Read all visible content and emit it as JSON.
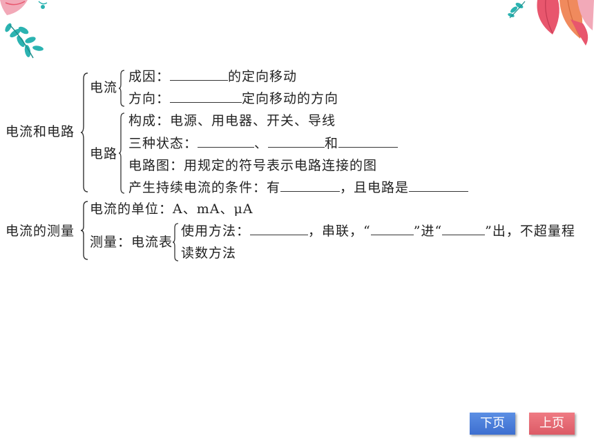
{
  "section1": {
    "label": "电流和电路",
    "current": {
      "label": "电流",
      "cause_prefix": "成因：",
      "cause_suffix": "的定向移动",
      "direction_prefix": "方向：",
      "direction_suffix": "定向移动的方向"
    },
    "circuit": {
      "label": "电路",
      "composition": "构成：电源、用电器、开关、导线",
      "states_prefix": "三种状态：",
      "states_sep1": "、",
      "states_sep2": "和",
      "diagram": "电路图：用规定的符号表示电路连接的图",
      "condition_prefix": "产生持续电流的条件：有",
      "condition_mid": "，且电路是"
    }
  },
  "section2": {
    "label": "电流的测量",
    "unit": "电流的单位：A、mA、μA",
    "measure_label": "测量：电流表",
    "usage_prefix": "使用方法：",
    "usage_mid1": "，串联，“",
    "usage_mid2": "”进“",
    "usage_suffix": "”出，不超量程",
    "reading": "读数方法"
  },
  "nav": {
    "next_label": "下页",
    "prev_label": "上页"
  },
  "colors": {
    "next_button": "#4a7fdc",
    "prev_button": "#e06a74",
    "leaf_teal": "#2bb3b1",
    "leaf_pink": "#e8566d",
    "leaf_orange": "#f08a5d"
  }
}
